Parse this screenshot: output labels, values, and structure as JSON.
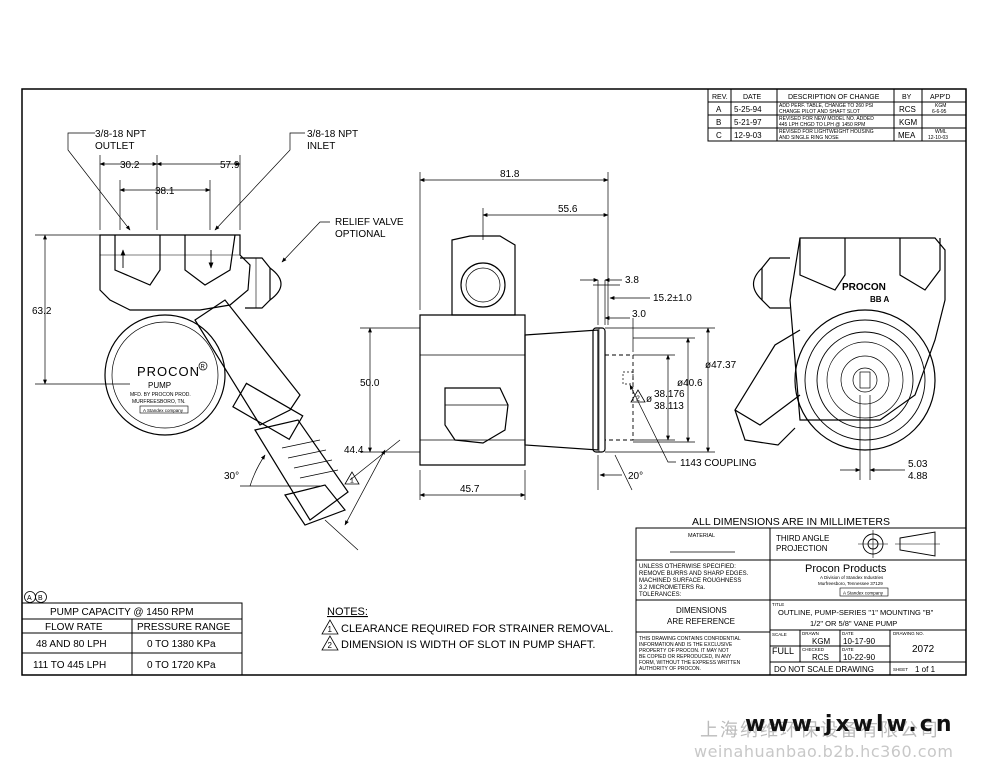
{
  "revisions": {
    "headers": [
      "REV.",
      "DATE",
      "DESCRIPTION OF CHANGE",
      "BY",
      "APP'D"
    ],
    "rows": [
      {
        "rev": "A",
        "date": "5-25-94",
        "desc1": "ADD PERF. TABLE, CHANGE TO 260 PSI",
        "desc2": "CHANGE PILOT AND SHAFT SLOT",
        "by": "RCS",
        "app1": "KGM",
        "app2": "6-6-95"
      },
      {
        "rev": "B",
        "date": "5-21-97",
        "desc1": "REVISED FOR NEW MODEL NO. ADDED",
        "desc2": "445 LPH CHGD TO LPH @ 1450 RPM",
        "by": "KGM",
        "app1": "",
        "app2": ""
      },
      {
        "rev": "C",
        "date": "12-9-03",
        "desc1": "REVISED FOR LIGHTWEIGHT HOUSING",
        "desc2": "AND SINGLE RING NOSE",
        "by": "MEA",
        "app1": "WML",
        "app2": "12-10-03"
      }
    ]
  },
  "left_view": {
    "outlet_label": [
      "3/8-18 NPT",
      "OUTLET"
    ],
    "inlet_label": [
      "3/8-18 NPT",
      "INLET"
    ],
    "relief_label": [
      "RELIEF VALVE",
      "OPTIONAL"
    ],
    "dim_30_2": "30.2",
    "dim_57_9": "57.9",
    "dim_38_1": "38.1",
    "dim_63_2": "63.2",
    "dim_44_4": "44.4",
    "dim_30deg": "30°",
    "note_flag": "1",
    "badge_brand": "PROCON",
    "badge_r": "R",
    "badge_pump": "PUMP",
    "badge_mfd": "MFD. BY PROCON PROD.",
    "badge_city": "MURFREESBORO, TN.",
    "badge_plate": "A Standex company"
  },
  "middle_view": {
    "dim_81_8": "81.8",
    "dim_55_6": "55.6",
    "dim_50_0": "50.0",
    "dim_45_7": "45.7",
    "dim_3_8": "3.8",
    "dim_15_2": "15.2±1.0",
    "dim_3_0": "3.0",
    "dim_47_37": "ø47.37",
    "dim_40_6": "ø40.6",
    "dim_38a": "38.176",
    "dim_38b": "38.113",
    "dim_phi": "ø",
    "dim_20deg": "20°",
    "coupling_label": "1143 COUPLING",
    "note_flag": "2"
  },
  "right_view": {
    "brand": "PROCON",
    "model_code": "BB   A",
    "dim_5_03": "5.03",
    "dim_4_88": "4.88"
  },
  "all_dims_note": "ALL DIMENSIONS ARE IN MILLIMETERS",
  "title_block": {
    "material_label": "MATERIAL",
    "third_angle": [
      "THIRD ANGLE",
      "PROJECTION"
    ],
    "unless": [
      "UNLESS OTHERWISE SPECIFIED:",
      "REMOVE BURRS AND SHARP EDGES.",
      "MACHINED SURFACE ROUGHNESS",
      "3.2 MICROMETERS Ra.",
      "TOLERANCES:"
    ],
    "dims_ref": [
      "DIMENSIONS",
      "ARE REFERENCE"
    ],
    "company": "Procon Products",
    "company_sub1": "A Division of Standex Industries",
    "company_sub2": "Murfreesboro, Tennessee 37129",
    "company_plate": "A Standex company",
    "title_label": "TITLE",
    "title_line1": "OUTLINE, PUMP-SERIES \"1\" MOUNTING \"B\"",
    "title_line2": "1/2\" OR 5/8\" VANE PUMP",
    "confidential": [
      "THIS DRAWING CONTAINS CONFIDENTIAL",
      "INFORMATION AND IS THE EXCLUSIVE",
      "PROPERTY OF PROCON. IT MAY NOT",
      "BE COPIED OR REPRODUCED, IN ANY",
      "FORM, WITHOUT THE EXPRESS WRITTEN",
      "AUTHORITY OF PROCON."
    ],
    "scale_label": "SCALE",
    "scale_value": "FULL",
    "drawn_label": "DRAWN",
    "drawn_value": "KGM",
    "checked_label": "CHECKED",
    "checked_value": "RCS",
    "date_label": "DATE",
    "drawn_date": "10-17-90",
    "checked_date": "10-22-90",
    "drawing_no_label": "DRAWING NO.",
    "drawing_no": "2072",
    "do_not_scale": "DO NOT SCALE DRAWING",
    "sheet_label": "SHEET",
    "sheet_value": "1  of  1"
  },
  "rev_markers": [
    "A",
    "B"
  ],
  "capacity_table": {
    "title": "PUMP CAPACITY @ 1450 RPM",
    "headers": [
      "FLOW RATE",
      "PRESSURE RANGE"
    ],
    "rows": [
      [
        "48 AND 80 LPH",
        "0 TO 1380 KPa"
      ],
      [
        "111 TO 445 LPH",
        "0 TO 1720 KPa"
      ]
    ]
  },
  "notes": {
    "heading": "NOTES:",
    "items": [
      {
        "num": "1",
        "text": "CLEARANCE REQUIRED FOR STRAINER REMOVAL."
      },
      {
        "num": "2",
        "text": "DIMENSION IS WIDTH OF SLOT IN PUMP SHAFT."
      }
    ]
  },
  "watermark": {
    "cn": "上海纳维环保设备有限公司",
    "url": "www.jxwlw.cn",
    "sub": "weinahuanbao.b2b.hc360.com"
  }
}
